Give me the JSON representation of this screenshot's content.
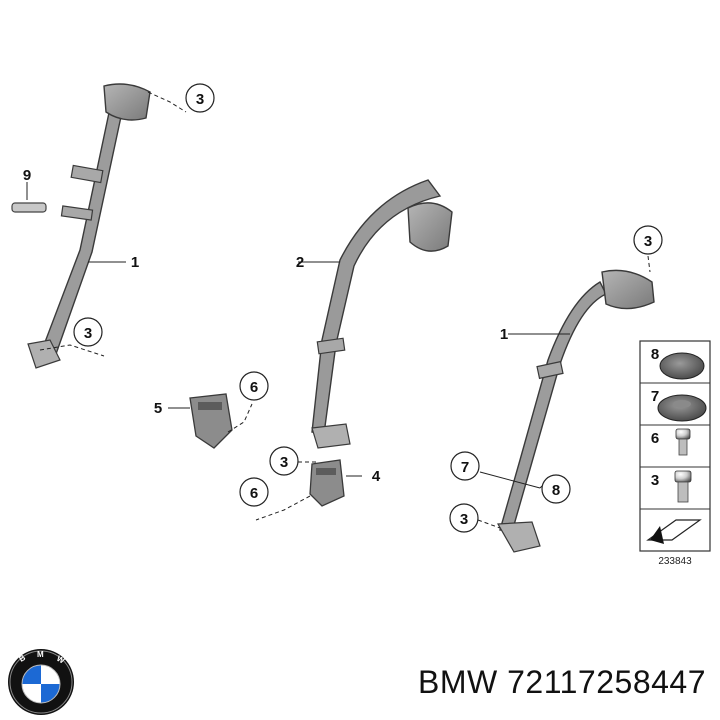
{
  "callouts": {
    "c_3a": "3",
    "c_9": "9",
    "c_1a": "1",
    "c_3b": "3",
    "c_2": "2",
    "c_5": "5",
    "c_6a": "6",
    "c_3c": "3",
    "c_4": "4",
    "c_6b": "6",
    "c_3d": "3",
    "c_1b": "1",
    "c_7": "7",
    "c_8": "8",
    "c_3e": "3"
  },
  "legend": {
    "items": [
      "8",
      "7",
      "6",
      "3"
    ],
    "diagram_id": "233843"
  },
  "footer": {
    "brand": "BMW",
    "part_number": "72117258447",
    "brand_full": "BMW 72117258447",
    "logo_letters": "BMW"
  },
  "colors": {
    "belt": "#8f8f8f",
    "belt_dark": "#6e6e6e",
    "logo_blue": "#1c69d4"
  }
}
